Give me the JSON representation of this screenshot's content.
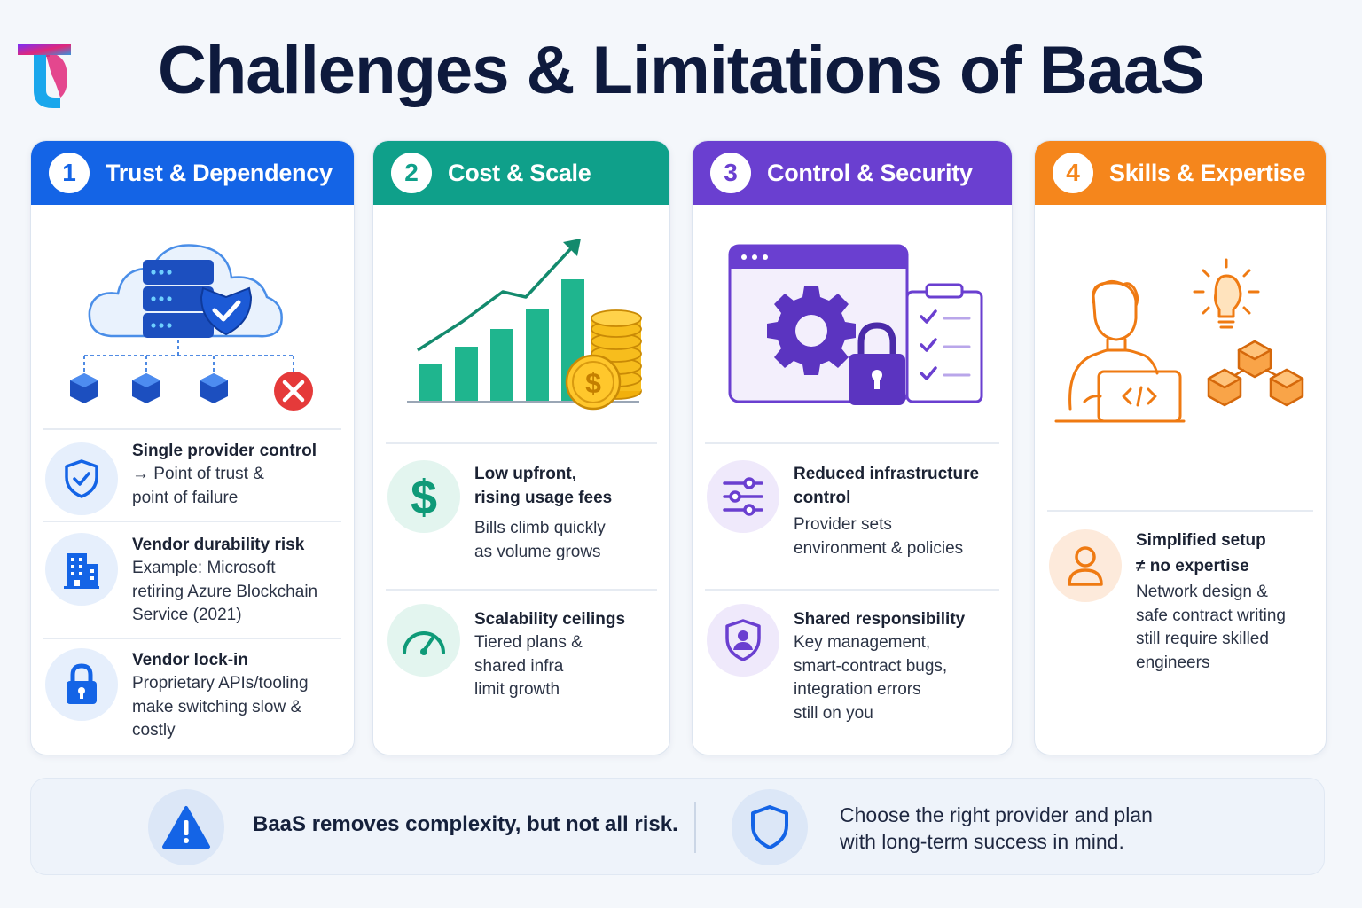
{
  "title": "Challenges & Limitations of BaaS",
  "colors": {
    "blue": "#1464e6",
    "teal": "#0fa08a",
    "purple": "#6a3fd0",
    "orange": "#f5861c"
  },
  "cards": [
    {
      "number": "1",
      "title": "Trust & Dependency",
      "items": [
        {
          "icon": "shield-check-icon",
          "head": "Single provider control",
          "body": "→ Point of trust &\npoint of failure"
        },
        {
          "icon": "building-icon",
          "head": "Vendor durability risk",
          "body": "Example: Microsoft\nretiring Azure Blockchain\nService (2021)"
        },
        {
          "icon": "lock-icon",
          "head": "Vendor lock-in",
          "body": "Proprietary APIs/tooling\nmake switching slow &\ncostly"
        }
      ]
    },
    {
      "number": "2",
      "title": "Cost & Scale",
      "items": [
        {
          "icon": "dollar-icon",
          "head": "Low upfront,\nrising usage fees",
          "body": "Bills climb quickly\nas volume grows"
        },
        {
          "icon": "gauge-icon",
          "head": "Scalability ceilings",
          "body": "Tiered plans &\nshared infra\nlimit growth"
        }
      ]
    },
    {
      "number": "3",
      "title": "Control & Security",
      "items": [
        {
          "icon": "sliders-icon",
          "head": "Reduced infrastructure\ncontrol",
          "body": "Provider sets\nenvironment & policies"
        },
        {
          "icon": "user-shield-icon",
          "head": "Shared responsibility",
          "body": "Key management,\nsmart-contract bugs,\nintegration errors\nstill on you"
        }
      ]
    },
    {
      "number": "4",
      "title": "Skills & Expertise",
      "items": [
        {
          "icon": "person-icon",
          "head": "Simplified setup\n≠ no expertise",
          "body": "Network design &\nsafe contract writing\nstill require skilled\nengineers"
        }
      ]
    }
  ],
  "banner": {
    "left_text": "BaaS removes complexity, but not all risk.",
    "right_text": "Choose the right provider and plan\nwith long-term success in mind."
  }
}
